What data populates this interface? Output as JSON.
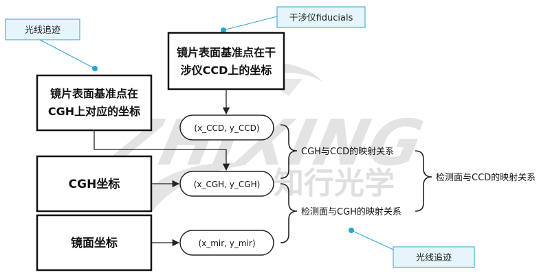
{
  "callouts": {
    "top_left": "光线追迹",
    "top_right": "干涉仪fiducials",
    "bottom_right": "光线追迹"
  },
  "boxes": {
    "ccd_fiducial": {
      "line1": "镜片表面基准点在干",
      "line2": "涉仪CCD上的坐标"
    },
    "cgh_fiducial": {
      "line1": "镜片表面基准点在",
      "line2": "CGH上对应的坐标"
    },
    "cgh_coords": "CGH坐标",
    "mirror_coords": "镜面坐标"
  },
  "pills": {
    "ccd": "(x_CCD, y_CCD)",
    "cgh": "(x_CGH, y_CGH)",
    "mir": "(x_mir, y_mir)"
  },
  "mappings": {
    "cgh_ccd": "CGH与CCD的映射关系",
    "surface_cgh": "检测面与CGH的映射关系",
    "surface_ccd": "检测面与CCD的映射关系"
  },
  "watermark": {
    "latin": "ZHIXING",
    "cjk": "知行光学"
  },
  "colors": {
    "callout_fill": "#e6f4fb",
    "callout_border": "#29a3d6",
    "callout_dot": "#29a3d6",
    "box_border": "#111111",
    "pill_border": "#222222",
    "arrow": "#222222",
    "watermark": "#d9d9d9"
  }
}
